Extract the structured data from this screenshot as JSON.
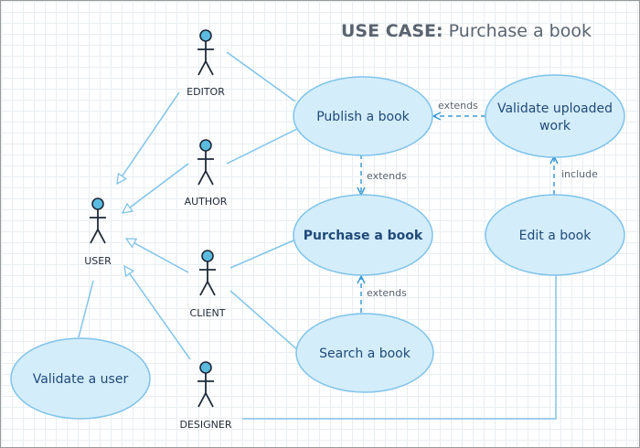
{
  "title": {
    "bold": "USE CASE:",
    "rest": " Purchase a book"
  },
  "actors": {
    "editor": "EDITOR",
    "author": "AUTHOR",
    "user": "USER",
    "client": "CLIENT",
    "designer": "DESIGNER"
  },
  "use_cases": {
    "publish": "Publish a book",
    "validate_upload_1": "Validate uploaded",
    "validate_upload_2": "work",
    "purchase": "Purchase a book",
    "edit": "Edit a book",
    "search": "Search a book",
    "validate_user": "Validate a user"
  },
  "relations": {
    "extends_1": "extends",
    "extends_2": "extends",
    "extends_3": "extends",
    "include": "include"
  },
  "colors": {
    "accent": "#7fc3ea",
    "ellipse_fill": "#d4edfb",
    "dashed": "#3a9ad6",
    "text": "#1f4a78"
  }
}
